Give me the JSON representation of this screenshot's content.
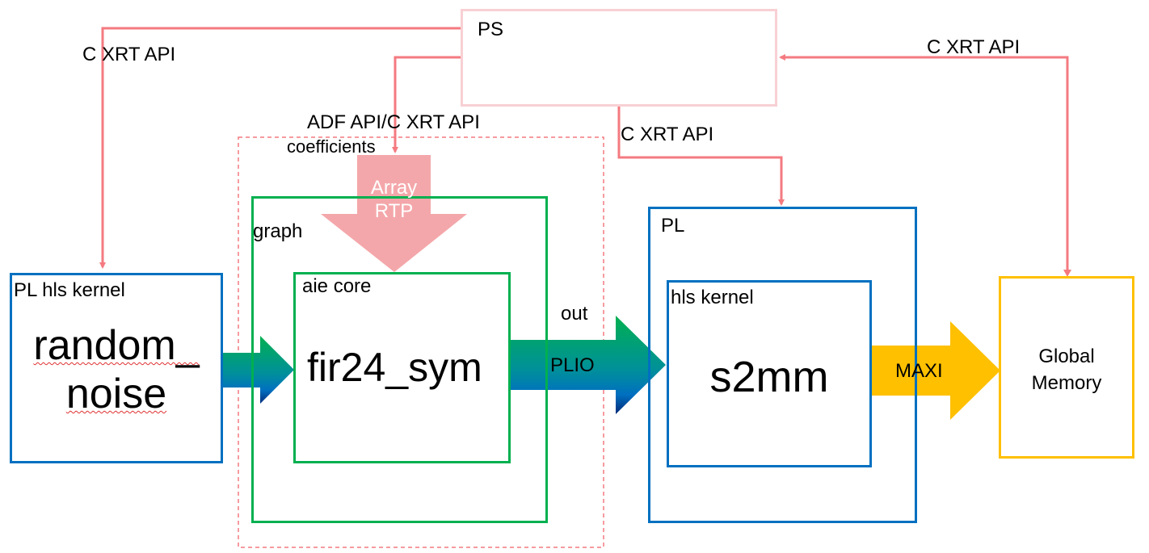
{
  "diagram": {
    "ps": {
      "label": "PS"
    },
    "connections": {
      "left_api_label": "C XRT API",
      "rtp_api_label": "ADF API/C XRT API",
      "rtp_sub_label": "coefficients",
      "pl_api_label": "C XRT API",
      "memory_api_label": "C XRT API"
    },
    "pl_hls_kernel": {
      "title": "PL hls kernel",
      "name_line1": "random_",
      "name_line2": "noise"
    },
    "graph": {
      "title": "graph"
    },
    "rtp_arrow": {
      "line1": "Array",
      "line2": "RTP"
    },
    "aie_core": {
      "title": "aie core",
      "name": "fir24_sym"
    },
    "plio_arrow": {
      "top_label": "out",
      "label": "PLIO"
    },
    "pl": {
      "title": "PL"
    },
    "hls_kernel": {
      "title": "hls kernel",
      "name": "s2mm"
    },
    "maxi_arrow": {
      "label": "MAXI"
    },
    "global_memory": {
      "line1": "Global",
      "line2": "Memory"
    },
    "colors": {
      "ps_border": "#f8d0d4",
      "api_line": "#f47a80",
      "dashed_region": "#f47a80",
      "pl_blue": "#0070c0",
      "aie_green": "#00b050",
      "rtp_pink": "#f4a7aa",
      "maxi_yellow": "#ffc000"
    }
  }
}
